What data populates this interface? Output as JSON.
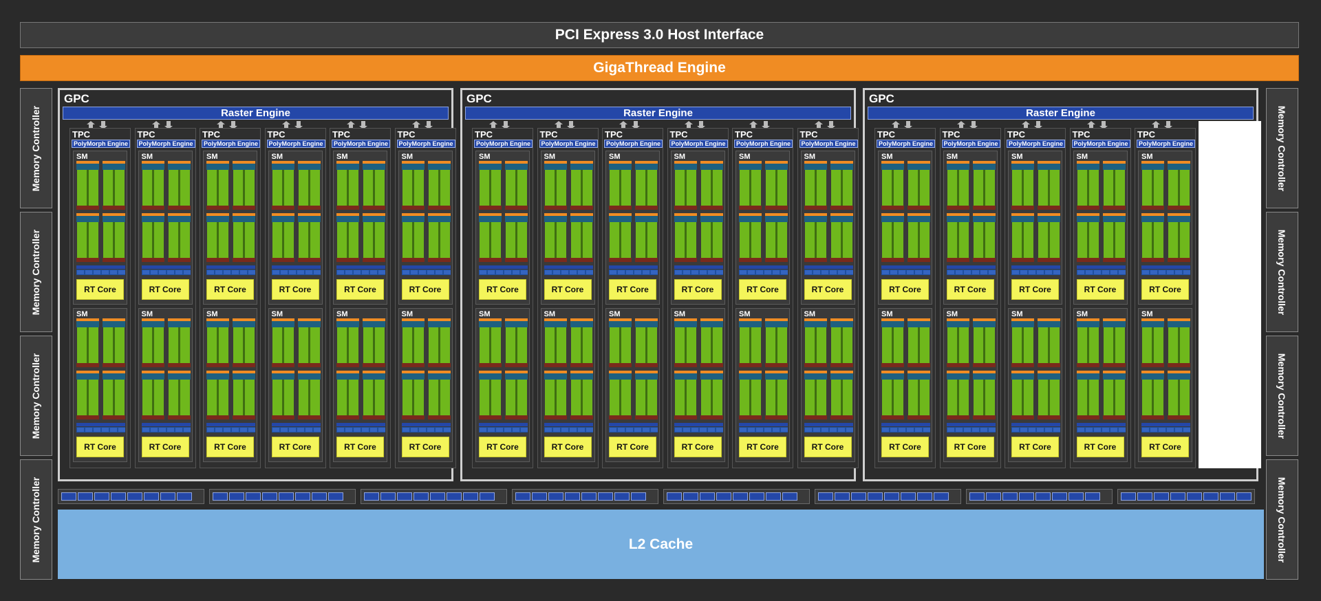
{
  "host_interface": "PCI Express 3.0 Host Interface",
  "giga_thread": "GigaThread Engine",
  "l2_cache": "L2 Cache",
  "memory_controller_label": "Memory Controller",
  "gpc_label": "GPC",
  "raster_label": "Raster Engine",
  "tpc_label": "TPC",
  "polymorph_label": "PolyMorph Engine",
  "sm_label": "SM",
  "rt_core_label": "RT Core",
  "gpc_count": 3,
  "tpcs_per_gpc": [
    6,
    6,
    5
  ],
  "sms_per_tpc": 2,
  "memory_controllers_per_side": 4,
  "colors": {
    "background": "#2a2a2a",
    "giga_thread": "#f08c23",
    "raster": "#2447a8",
    "sm_core_green": "#6fb81c",
    "rt_core": "#f4f55a",
    "l2_cache": "#79b0e0"
  }
}
